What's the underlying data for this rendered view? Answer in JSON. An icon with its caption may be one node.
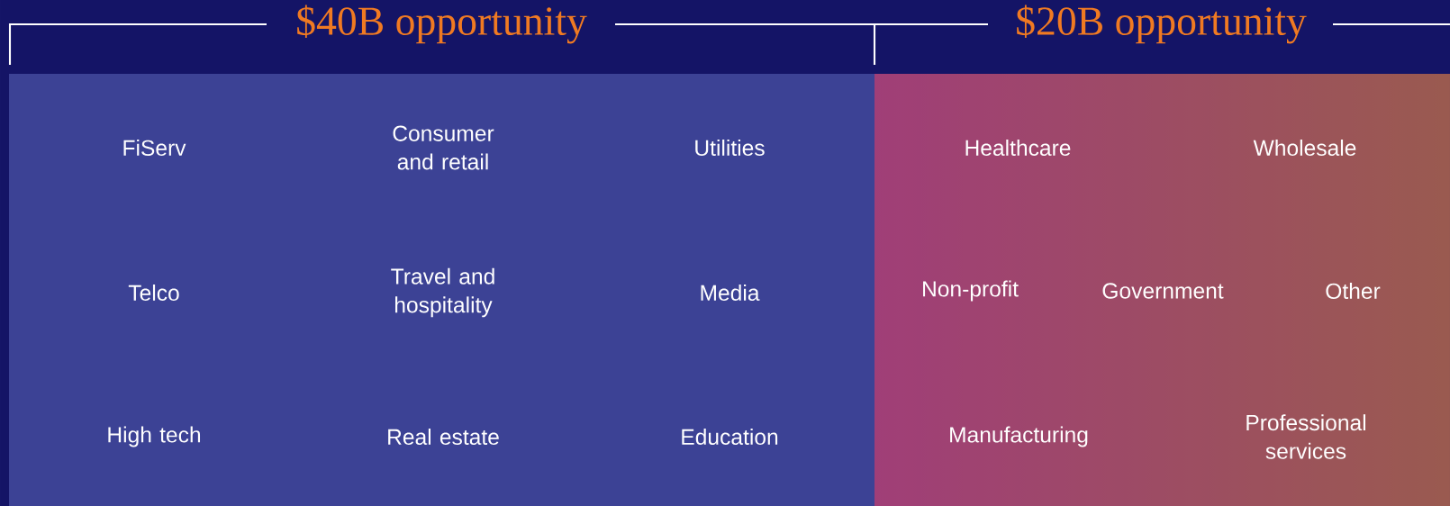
{
  "diagram": {
    "nodes": [
      {
        "text": [
          "$40B opportunity",
          "FiServ",
          "Consumer and retail",
          "Utilities",
          "Telco",
          "Travel and hospitality",
          "Media",
          "High tech",
          "Real estate",
          "Education"
        ]
      },
      {
        "text": [
          "$20B opportunity",
          "Healthcare",
          "Wholesale",
          "Non-profit",
          "Government",
          "Other",
          "Manufacturing",
          "Professional services"
        ]
      }
    ]
  }
}
